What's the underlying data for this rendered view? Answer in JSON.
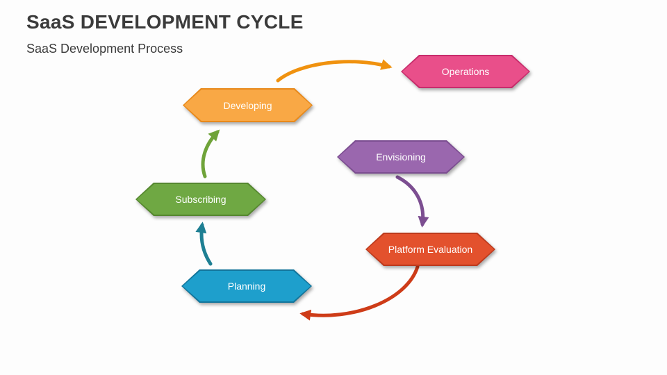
{
  "slide": {
    "title": "SaaS DEVELOPMENT CYCLE",
    "subtitle": "SaaS Development Process"
  },
  "diagram_data": {
    "type": "cycle-flow-diagram",
    "nodes": [
      {
        "id": "developing",
        "label": "Developing",
        "fill": "#F9A845",
        "border": "#E8891B"
      },
      {
        "id": "operations",
        "label": "Operations",
        "fill": "#E94F8A",
        "border": "#C72D6C"
      },
      {
        "id": "envisioning",
        "label": "Envisioning",
        "fill": "#9A67AE",
        "border": "#7C4E91"
      },
      {
        "id": "subscribing",
        "label": "Subscribing",
        "fill": "#6FA843",
        "border": "#55872F"
      },
      {
        "id": "platform-evaluation",
        "label": "Platform Evaluation",
        "fill": "#E3512D",
        "border": "#BC3A1D"
      },
      {
        "id": "planning",
        "label": "Planning",
        "fill": "#1E9FCC",
        "border": "#12759B"
      }
    ],
    "arrows": [
      {
        "from": "developing",
        "to": "operations",
        "color": "#F0920F"
      },
      {
        "from": "subscribing",
        "to": "developing",
        "color": "#6FA339"
      },
      {
        "from": "envisioning",
        "to": "platform-evaluation",
        "color": "#7C4E91"
      },
      {
        "from": "planning",
        "to": "subscribing",
        "color": "#1E7F93"
      },
      {
        "from": "platform-evaluation",
        "to": "planning",
        "color": "#CE3C18"
      }
    ]
  }
}
